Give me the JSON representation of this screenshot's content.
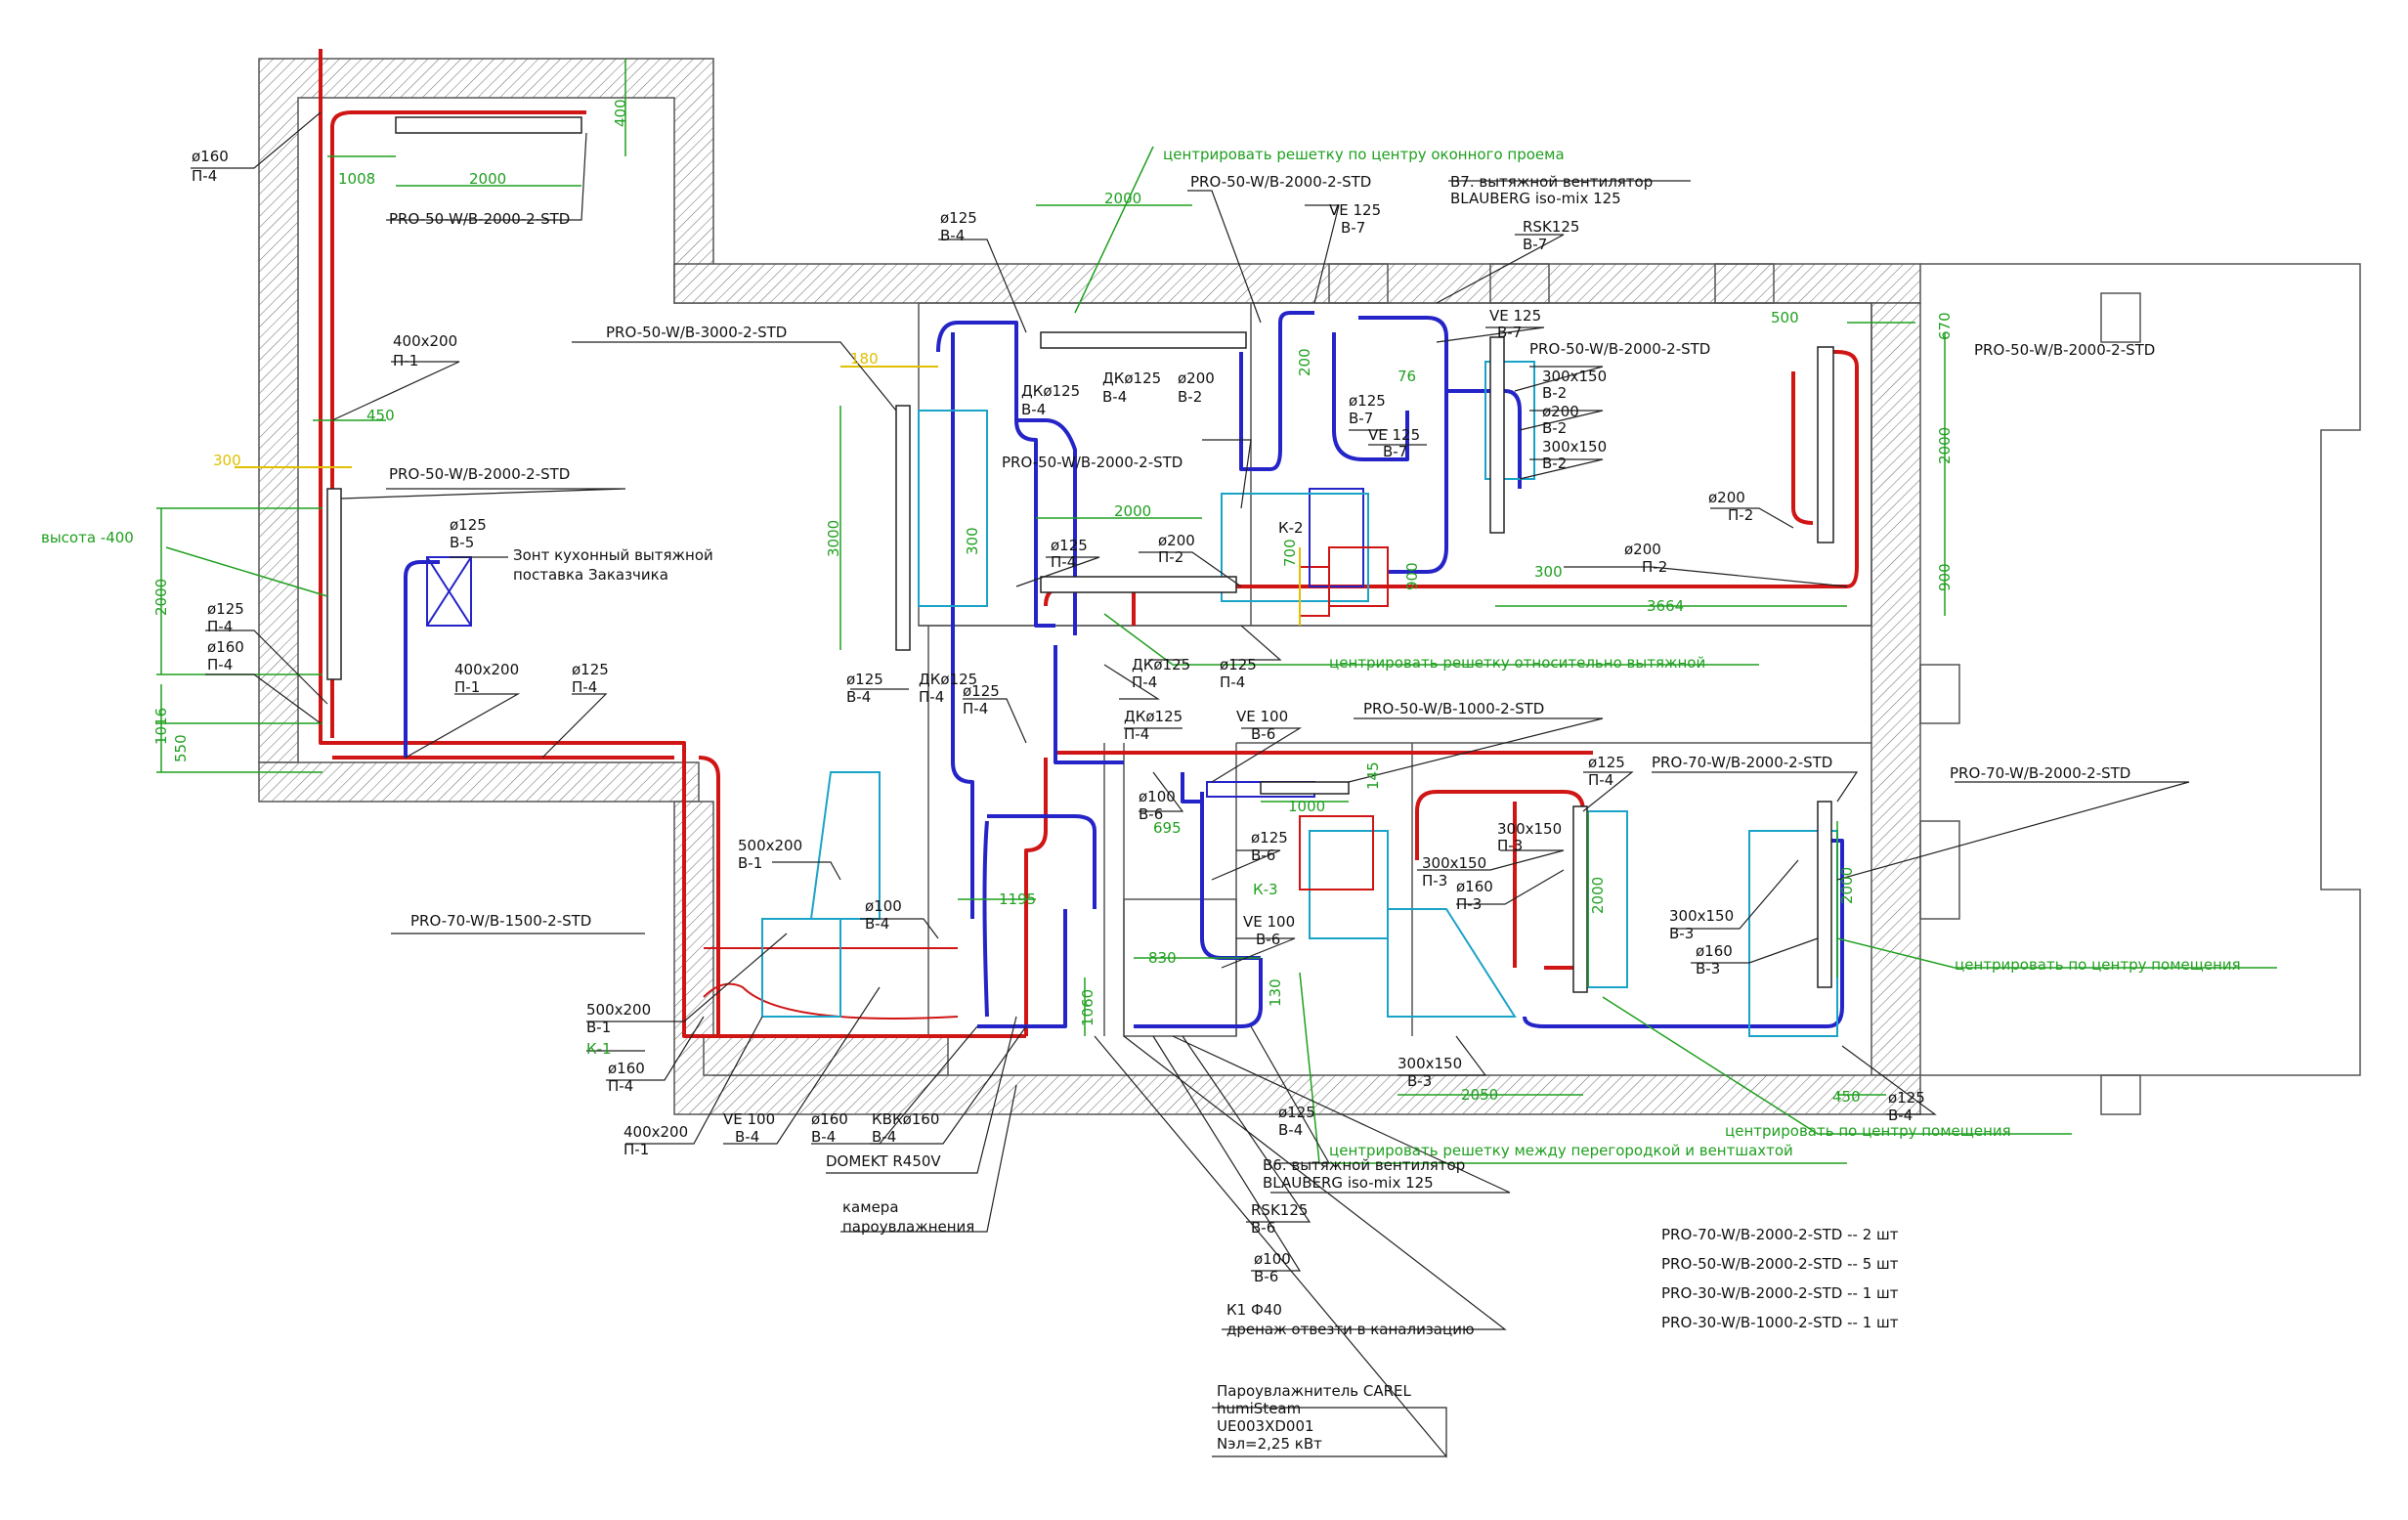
{
  "labels": {
    "l1": "ø160",
    "l1b": "П-4",
    "l2": "PRO-50-W/B-2000-2-STD",
    "l3": "400х200",
    "l3b": "П-1",
    "l4": "PRO-50-W/B-2000-2-STD",
    "l5": "ø125",
    "l5b": "В-5",
    "l6": "Зонт кухонный вытяжной",
    "l6b": "поставка Заказчика",
    "l7": "ø125",
    "l7b": "П-4",
    "l8": "ø160",
    "l8b": "П-4",
    "l9": "400х200",
    "l9b": "П-1",
    "l10": "ø125",
    "l10b": "П-4",
    "l11": "PRO-50-W/B-3000-2-STD",
    "l12": "ø125",
    "l12b": "В-4",
    "l13": "ДКø125",
    "l13b": "В-4",
    "l14": "ДКø125",
    "l14b": "В-4",
    "l15": "ø200",
    "l15b": "В-2",
    "l16": "PRO-50-W/B-2000-2-STD",
    "l17": "VE 125",
    "l17b": "В-7",
    "l18": "В7. вытяжной вентилятор",
    "l18b": "BLAUBERG iso-mix 125",
    "l19": "RSK125",
    "l19b": "В-7",
    "l20": "VE 125",
    "l20b": "В-7",
    "l21": "PRO-50-W/B-2000-2-STD",
    "l22": "300х150",
    "l22b": "В-2",
    "l23": "ø200",
    "l23b": "В-2",
    "l24": "300х150",
    "l24b": "В-2",
    "l25": "ø125",
    "l25b": "В-7",
    "l26": "VE 125",
    "l26b": "В-7",
    "l27": "PRO-50-W/B-2000-2-STD",
    "l28": "ø200",
    "l28b": "П-2",
    "l29": "ø200",
    "l29b": "П-2",
    "l30": "PRO-50-W/B-2000-2-STD",
    "l31": "ø125",
    "l31b": "П-4",
    "l32": "ø200",
    "l32b": "П-2",
    "l33": "ДКø125",
    "l33b": "П-4",
    "l34": "ø125",
    "l34b": "П-4",
    "l35": "ø125",
    "l35b": "В-4",
    "l36": "ДКø125",
    "l36b": "П-4",
    "l37": "ø125",
    "l37b": "П-4",
    "l38": "ДКø125",
    "l38b": "П-4",
    "l39": "VE 100",
    "l39b": "В-6",
    "l40": "PRO-50-W/B-1000-2-STD",
    "l41": "ø125",
    "l41b": "П-4",
    "l42": "PRO-70-W/B-2000-2-STD",
    "l43": "PRO-70-W/B-2000-2-STD",
    "l44": "ø100",
    "l44b": "В-6",
    "l45": "500х200",
    "l45b": "В-1",
    "l46": "ø125",
    "l46b": "В-6",
    "l47": "300х150",
    "l47b": "П-3",
    "l48": "300х150",
    "l48b": "П-3",
    "l49": "ø160",
    "l49b": "П-3",
    "l50": "PRO-70-W/B-1500-2-STD",
    "l51": "ø100",
    "l51b": "В-4",
    "l52": "VE 100",
    "l52b": "В-6",
    "l53": "300х150",
    "l53b": "В-3",
    "l54": "ø160",
    "l54b": "В-3",
    "l55": "500х200",
    "l55b": "В-1",
    "l56": "К-1",
    "l57": "ø160",
    "l57b": "П-4",
    "l58": "400х200",
    "l58b": "П-1",
    "l59": "VE 100",
    "l59b": "В-4",
    "l60": "ø160",
    "l60b": "В-4",
    "l61": "КВКø160",
    "l61b": "В-4",
    "l62": "DOMEKT R450V",
    "l63": "300х150",
    "l63b": "В-3",
    "l64": "ø125",
    "l64b": "В-4",
    "l65": "ø125",
    "l65b": "В-4",
    "l66": "В6. вытяжной вентилятор",
    "l66b": "BLAUBERG iso-mix 125",
    "l67": "RSK125",
    "l67b": "В-6",
    "l68": "ø100",
    "l68b": "В-6",
    "l69": "камера",
    "l69b": "пароувлажнения",
    "l70": "К1  Ф40",
    "l70b": "дренаж отвезти в канализацию",
    "l71a": "Пароувлажнитель CAREL",
    "l71b": "humiSteam",
    "l71c": "UE003XD001",
    "l71d": "Nэл=2,25 кВт",
    "k2": "К-2",
    "k3": "К-3"
  },
  "notes": {
    "n1": "центрировать решетку по центру оконного проема",
    "n2": "высота -400",
    "n3": "центрировать решетку относительно вытяжной",
    "n4": "центрировать по центру помещения",
    "n5": "центрировать по центру помещения",
    "n6": "центрировать решетку между перегородкой и вентшахтой"
  },
  "dims": {
    "d1": "1008",
    "d2": "2000",
    "d3": "400",
    "d4": "450",
    "d5": "300",
    "d6": "2000",
    "d7": "1016",
    "d8": "550",
    "d9": "2000",
    "d10": "3000",
    "d11": "300",
    "d12": "180",
    "d13": "2000",
    "d14": "500",
    "d15": "670",
    "d16": "2000",
    "d17": "900",
    "d18": "300",
    "d19": "3664",
    "d20": "900",
    "d21": "1000",
    "d22": "2000",
    "d23": "2000",
    "d24": "1195",
    "d25": "830",
    "d26": "1060",
    "d27": "2050",
    "d28": "450",
    "d29": "695",
    "d30": "200",
    "d31": "76",
    "d32": "700",
    "d33": "145",
    "d34": "130"
  },
  "legend": [
    "PRO-70-W/B-2000-2-STD  --  2  шт",
    "PRO-50-W/B-2000-2-STD  --  5  шт",
    "PRO-30-W/B-2000-2-STD  --  1  шт",
    "PRO-30-W/B-1000-2-STD  --  1  шт"
  ],
  "colors": {
    "supply": "#d01515",
    "exhaust": "#2424c8",
    "dimension": "#1f9f1f",
    "marker": "#e0c000",
    "accent": "#1aa3c8"
  }
}
